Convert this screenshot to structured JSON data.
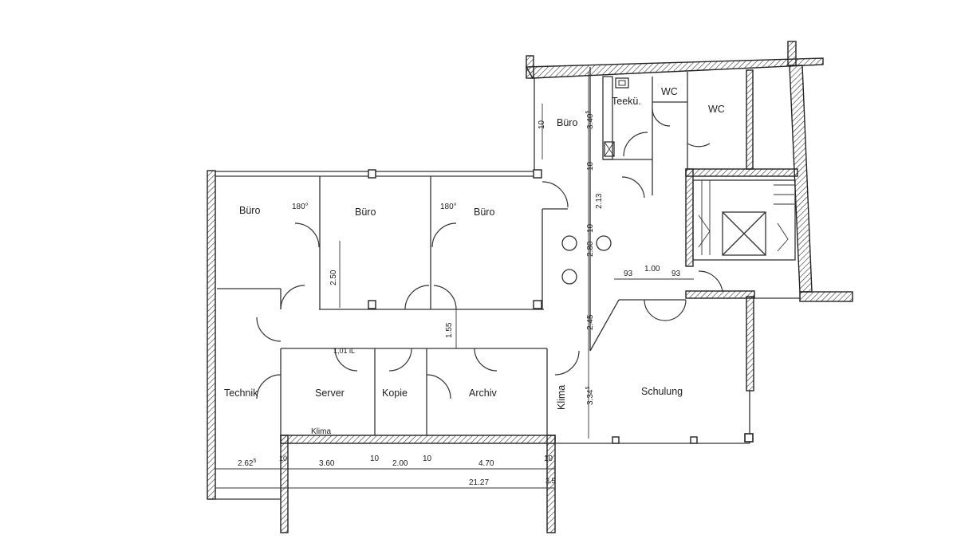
{
  "rooms": {
    "buero_1": "Büro",
    "buero_2": "Büro",
    "buero_3": "Büro",
    "buero_4": "Büro",
    "teekueche": "Teekü.",
    "wc_1": "WC",
    "wc_2": "WC",
    "technik": "Technik",
    "server": "Server",
    "kopie": "Kopie",
    "archiv": "Archiv",
    "klima_vertical": "Klima",
    "klima_bottom": "Klima",
    "schulung": "Schulung"
  },
  "annotations": {
    "angle_1": "180°",
    "angle_2": "180°",
    "door_width": "1,01 iL"
  },
  "dimensions": {
    "d_3405": "3.40",
    "d_3405_sup": "5",
    "d_10_a": "10",
    "d_10_b": "10",
    "d_213": "2.13",
    "d_10_c": "10",
    "d_280": "2.80",
    "d_245": "2.45",
    "d_3345": "3.34",
    "d_3345_sup": "5",
    "d_250": "2.50",
    "d_155": "1.55",
    "d_93_a": "93",
    "d_100": "1.00",
    "d_93_b": "93",
    "d_2625": "2.62",
    "d_2625_sup": "5",
    "d_360": "3.60",
    "d_10_d": "10",
    "d_200": "2.00",
    "d_10_e": "10",
    "d_470": "4.70",
    "d_10_f": "10",
    "d_2127": "21.27",
    "d_10_g": "10",
    "d_35": "3.5"
  }
}
